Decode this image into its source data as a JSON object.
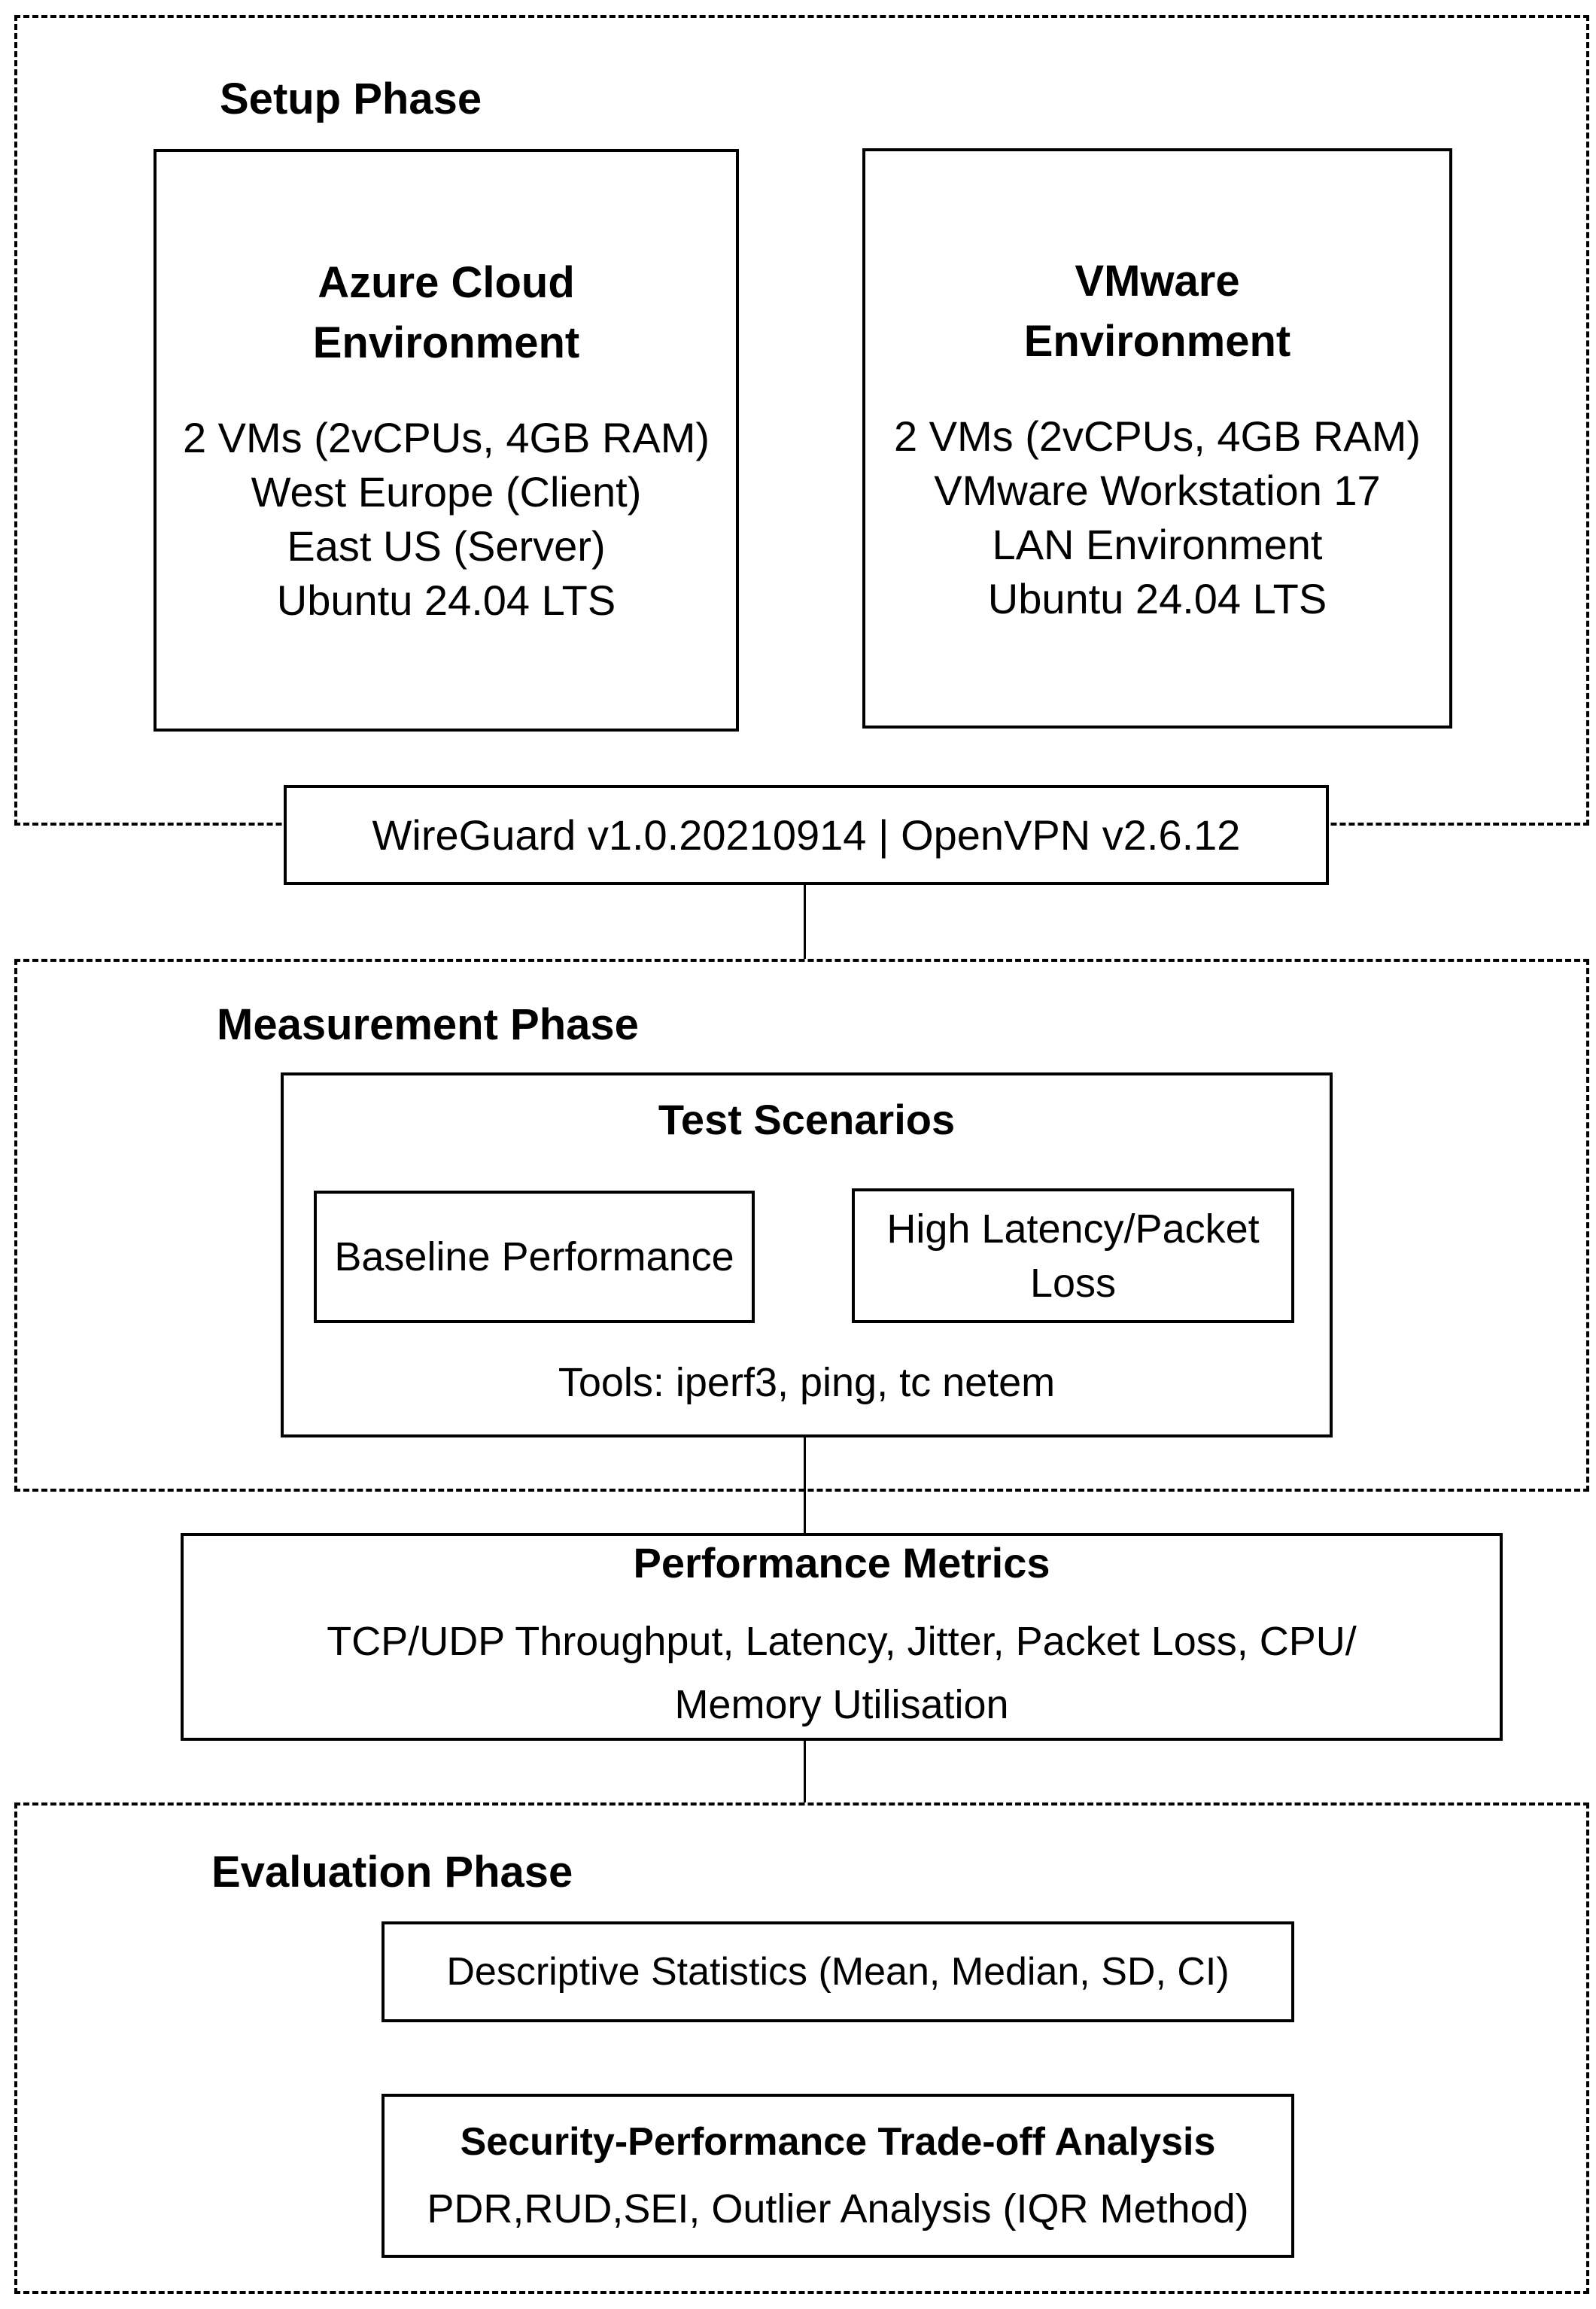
{
  "colors": {
    "ink": "#000000",
    "background": "#ffffff"
  },
  "setup": {
    "title": "Setup Phase",
    "azure": {
      "title": [
        "Azure Cloud",
        "Environment"
      ],
      "lines": [
        "2 VMs (2vCPUs, 4GB RAM)",
        "West Europe (Client)",
        "East US (Server)",
        "Ubuntu 24.04 LTS"
      ]
    },
    "vmware": {
      "title": [
        "VMware",
        "Environment"
      ],
      "lines": [
        "2 VMs (2vCPUs, 4GB RAM)",
        "VMware Workstation 17",
        "LAN Environment",
        "Ubuntu 24.04 LTS"
      ]
    },
    "vpn_versions": "WireGuard v1.0.20210914 | OpenVPN v2.6.12"
  },
  "measurement": {
    "title": "Measurement Phase",
    "test_scenarios": {
      "title": "Test Scenarios",
      "baseline": "Baseline Performance",
      "high_latency": [
        "High Latency/Packet",
        "Loss"
      ],
      "tools": "Tools: iperf3, ping, tc netem"
    }
  },
  "metrics": {
    "title": "Performance Metrics",
    "lines": [
      "TCP/UDP Throughput, Latency, Jitter, Packet Loss, CPU/",
      "Memory Utilisation"
    ]
  },
  "evaluation": {
    "title": "Evaluation Phase",
    "descriptive": "Descriptive Statistics (Mean, Median, SD, CI)",
    "tradeoff": {
      "title": "Security-Performance Trade-off Analysis",
      "body": "PDR,RUD,SEI, Outlier Analysis (IQR Method)"
    }
  }
}
